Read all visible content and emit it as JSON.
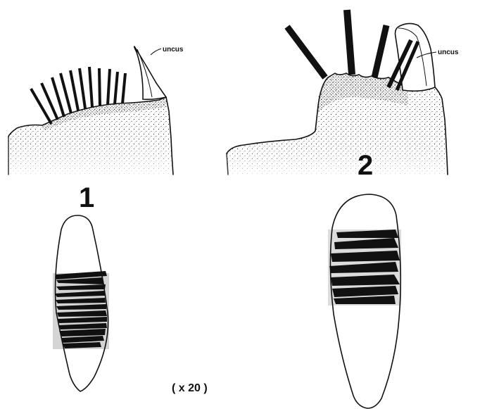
{
  "figure": {
    "labels": {
      "uncus_1": "uncus",
      "uncus_2": "uncus",
      "figure_1": "1",
      "figure_2": "2",
      "scale": "( x 20 )"
    },
    "colors": {
      "ink": "#111111",
      "background": "#ffffff"
    }
  }
}
